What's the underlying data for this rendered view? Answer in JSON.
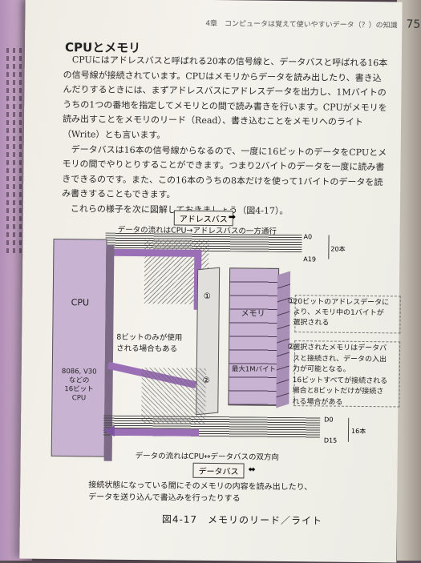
{
  "running_head": {
    "chapter": "4章　コンピュータは覚えて使いやすいデータ（？）の知識",
    "page_number": "75"
  },
  "section": {
    "title": "CPUとメモリ"
  },
  "paragraphs": [
    "CPUにはアドレスバスと呼ばれる20本の信号線と、データバスと呼ばれる16本の信号線が接続されています。CPUはメモリからデータを読み出したり、書き込んだりするときには、まずアドレスバスにアドレスデータを出力し、1Mバイトのうちの1つの番地を指定してメモリとの間で読み書きを行います。CPUがメモリを読み出すことをメモリのリード（Read）、書き込むことをメモリへのライト（Write）とも言います。",
    "データバスは16本の信号線からなるので、一度に16ビットのデータをCPUとメモリの間でやりとりすることができます。つまり2バイトのデータを一度に読み書きできるのです。また、この16本のうちの8本だけを使って1バイトのデータを読み書きすることもできます。",
    "これらの様子を次に図解しておきましょう（図4-17）。"
  ],
  "figure": {
    "address_bus_tag": "アドレスバス",
    "address_flow": "データの流れはCPU→アドレスバスの一方通行",
    "a0": "A0",
    "a19": "A19",
    "bits20": "20本",
    "cpu_label": "CPU",
    "cpu_sub": "8086, V30\nなどの\n16ビット\nCPU",
    "switch_1": "①",
    "switch_2": "②",
    "memory_label": "メモリ",
    "memory_max": "最大1Mバイト",
    "num1": "①",
    "note1": "20ビットのアドレスデータに\nより、メモリ中の1バイトが\n選択される",
    "num2": "②",
    "note2": "選択されたメモリはデータバ\nスと接続され、データの入出\n力が可能となる。\n16ビットすべてが接続される\n場合と8ビットだけが接続さ\nれる場合がある",
    "only8": "8ビットのみが使用\nされる場合もある",
    "d0": "D0",
    "d15": "D15",
    "bits16": "16本",
    "data_flow": "データの流れはCPU↔データバスの双方向",
    "data_bus_tag": "データバス",
    "bottom_note": "接続状態になっている間にそのメモリの内容を読み出したり、\nデータを送り込んで書込みを行ったりする",
    "caption": "図4-17　メモリのリード／ライト"
  }
}
